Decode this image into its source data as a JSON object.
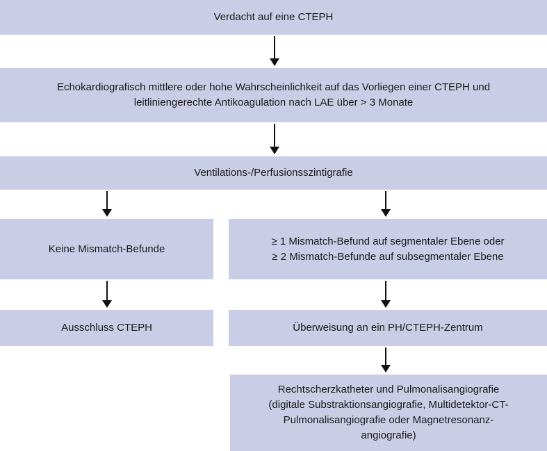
{
  "flowchart": {
    "box1": {
      "lines": [
        "Verdacht auf eine CTEPH"
      ]
    },
    "box2": {
      "lines": [
        "Echokardiografisch mittlere oder hohe Wahrscheinlichkeit auf das Vorliegen einer CTEPH und",
        "leitliniengerechte Antikoagulation nach LAE über > 3 Monate"
      ]
    },
    "box3": {
      "lines": [
        "Ventilations-/Perfusionsszintigrafie"
      ]
    },
    "box4": {
      "lines": [
        "Keine Mismatch-Befunde"
      ]
    },
    "box5": {
      "lines": [
        "≥ 1 Mismatch-Befund auf segmentaler Ebene oder",
        "≥ 2 Mismatch-Befunde auf subsegmentaler Ebene"
      ]
    },
    "box6": {
      "lines": [
        "Ausschluss CTEPH"
      ]
    },
    "box7": {
      "lines": [
        "Überweisung an ein PH/CTEPH-Zentrum"
      ]
    },
    "box8": {
      "lines": [
        "Rechtscherzkatheter und Pulmonalisangiografie",
        "(digitale Substraktionsangiografie, Multidetektor-CT-",
        "Pulmonalisangiografie oder Magnetresonanz-",
        "angiografie)"
      ]
    }
  },
  "colors": {
    "box_fill": "#c9cde6",
    "arrow": "#111111"
  }
}
